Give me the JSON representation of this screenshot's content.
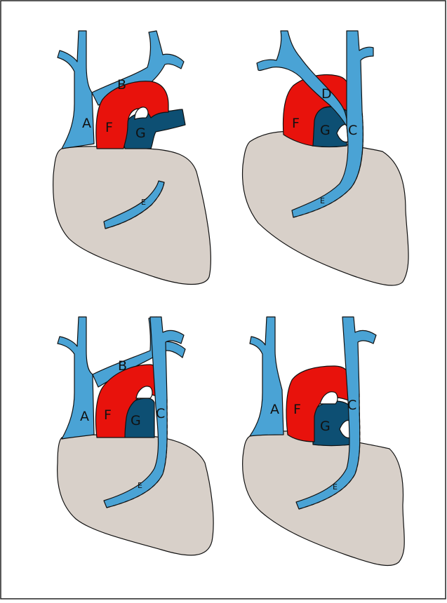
{
  "colors": {
    "vein": "#4aa3d5",
    "aorta": "#e8120c",
    "pulmonary": "#0d4f73",
    "heart": "#d8d0c9",
    "outline": "#111111",
    "frame": "#222222"
  },
  "panels": [
    {
      "id": "top-left",
      "labels": {
        "A": "A",
        "B": "B",
        "E": "E",
        "F": "F",
        "G": "G"
      }
    },
    {
      "id": "top-right",
      "labels": {
        "C": "C",
        "D": "D",
        "E": "E",
        "F": "F",
        "G": "G"
      }
    },
    {
      "id": "bottom-left",
      "labels": {
        "A": "A",
        "B": "B",
        "C": "C",
        "E": "E",
        "F": "F",
        "G": "G"
      }
    },
    {
      "id": "bottom-right",
      "labels": {
        "A": "A",
        "C": "C",
        "E": "E",
        "F": "F",
        "G": "G"
      }
    }
  ]
}
